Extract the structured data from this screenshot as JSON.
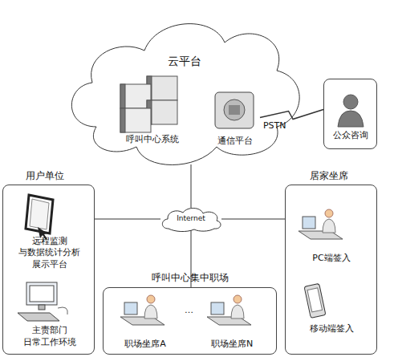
{
  "diagram": {
    "nodes": [
      {
        "text": [
          "云平台"
        ]
      },
      {
        "text": [
          "呼叫中心系统"
        ],
        "in": 0
      },
      {
        "text": [
          "通信平台"
        ],
        "in": 0
      },
      {
        "text": [
          "公众咨询"
        ]
      },
      {
        "text": [
          "用户单位"
        ]
      },
      {
        "text": [
          "远程监测 与数据统计分析 展示平台"
        ],
        "in": 4
      },
      {
        "text": [
          "主责部门 日常工作环境"
        ],
        "in": 4
      },
      {
        "text": [
          "Internet"
        ]
      },
      {
        "text": [
          "居家坐席"
        ]
      },
      {
        "text": [
          "PC端签入"
        ],
        "in": 8
      },
      {
        "text": [
          "移动端签入"
        ],
        "in": 8
      },
      {
        "text": [
          "呼叫中心集中职场"
        ]
      },
      {
        "text": [
          "职场坐席A"
        ],
        "in": 11
      },
      {
        "text": [
          "职场坐席N"
        ],
        "in": 11
      }
    ],
    "edges": [
      {
        "from": 0,
        "to": 7,
        "arrow": "none"
      },
      {
        "from": 7,
        "to": 4,
        "arrow": "none"
      },
      {
        "from": 7,
        "to": 8,
        "arrow": "none"
      },
      {
        "from": 7,
        "to": 11,
        "arrow": "none"
      },
      {
        "from": 2,
        "to": 3,
        "label": "PSTN",
        "arrow": "none"
      }
    ],
    "labels": [
      "…"
    ]
  }
}
